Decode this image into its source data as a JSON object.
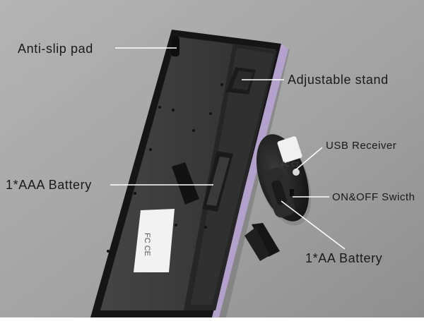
{
  "callouts": {
    "anti_slip_pad": "Anti-slip pad",
    "adjustable_stand": "Adjustable stand",
    "usb_receiver": "USB Receiver",
    "aaa_battery": "1*AAA Battery",
    "on_off_switch": "ON&OFF Swicth",
    "aa_battery": "1*AA Battery"
  },
  "labels": {
    "keyboard_sticker": "FC CE",
    "mouse_sticker": "FC CE"
  },
  "colors": {
    "background": "#a9a9a9",
    "keyboard_base": "#3b3b3b",
    "keyboard_frame": "#1c1c1c",
    "accent_edge": "#b9a6d8",
    "leader_line": "#ffffff"
  }
}
